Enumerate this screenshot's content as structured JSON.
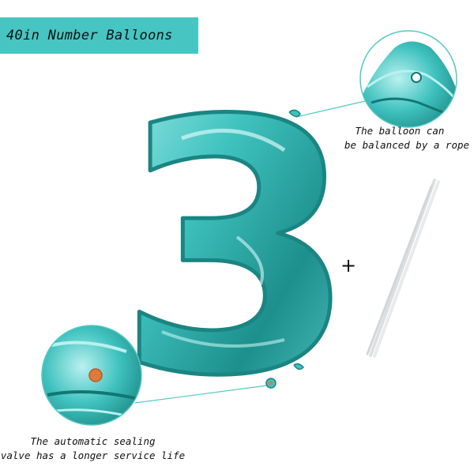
{
  "title": "40in Number Balloons",
  "balloon_number": "3",
  "plus_sign": "+",
  "captions": {
    "rope_line1": "The balloon can",
    "rope_line2": "be balanced by a rope",
    "valve_line1": "The automatic sealing",
    "valve_line2": "valve has a longer service life"
  },
  "colors": {
    "banner": "#46c5c2",
    "balloon": "#3fc2bf",
    "balloon_dark": "#1d8f8c",
    "balloon_light": "#a6ecea",
    "valve": "#e07a3b",
    "callout_line": "#53c7c4",
    "sticks": "#e4e6e8"
  }
}
